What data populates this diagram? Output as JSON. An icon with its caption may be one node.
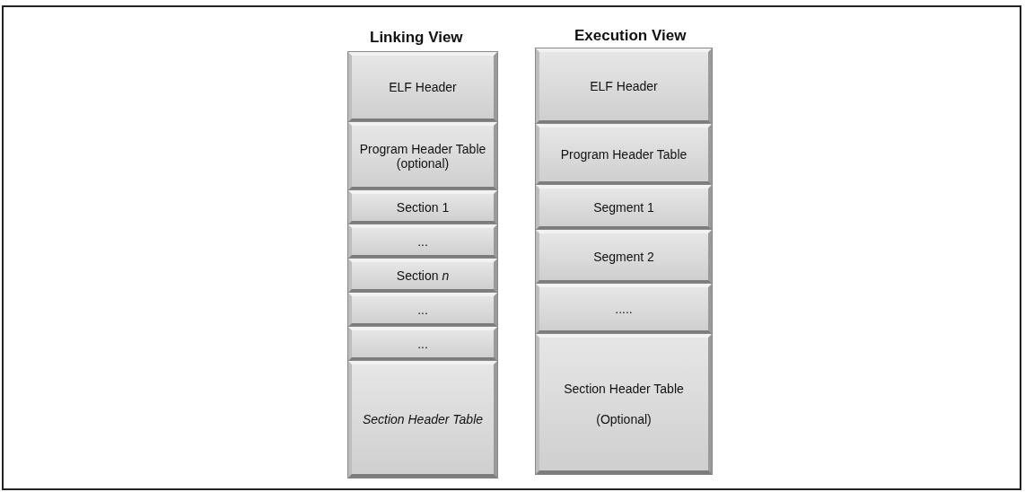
{
  "diagram": {
    "nodes": [
      {
        "text": [
          "ELF Header"
        ]
      },
      {
        "text": [
          "Program Header Table (optional)"
        ]
      },
      {
        "text": [
          "Section 1"
        ]
      },
      {
        "text": [
          "..."
        ]
      },
      {
        "text": [
          "Section *n*"
        ]
      },
      {
        "text": [
          "..."
        ]
      },
      {
        "text": [
          "..."
        ]
      },
      {
        "text": [
          "Section Header Table"
        ]
      },
      {
        "text": [
          "ELF Header"
        ]
      },
      {
        "text": [
          "Program Header Table"
        ]
      },
      {
        "text": [
          "Segment 1"
        ]
      },
      {
        "text": [
          "Segment 2"
        ]
      },
      {
        "text": [
          "....."
        ]
      },
      {
        "text": [
          "Section Header Table",
          "(Optional)"
        ]
      }
    ],
    "edges": [],
    "labels": [
      "Linking View",
      "Execution View"
    ]
  }
}
